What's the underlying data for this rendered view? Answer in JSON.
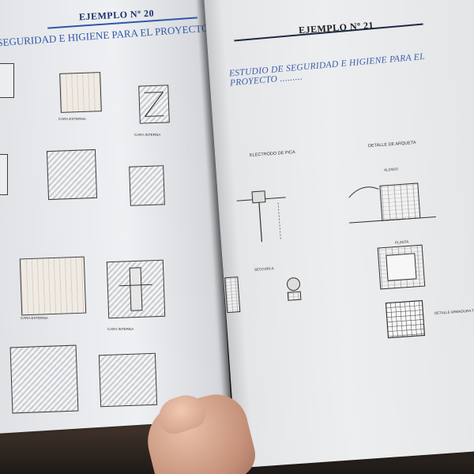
{
  "left_page": {
    "title": "EJEMPLO Nº 20",
    "subtitle": "SEGURIDAD E HIGIENE PARA EL PROYECTO .........",
    "labels": {
      "cara_externa_1": "CARA EXTERNA",
      "cara_interna_1": "CARA INTERNA",
      "cara_externa_2": "CARA EXTERNA",
      "cara_interna_2": "CARA INTERNA"
    }
  },
  "right_page": {
    "title": "EJEMPLO Nº 21",
    "subtitle": "ESTUDIO DE SEGURIDAD E HIGIENE PARA EL PROYECTO .........",
    "labels": {
      "electrodo": "ELECTRODO DE PICA",
      "detalle_arqueta": "DETALLE DE ARQUETA",
      "alzado": "ALZADO",
      "planta": "PLANTA",
      "seccion": "SECCION A",
      "detalle_armadura": "DETALLE ARMADURA TAPA"
    }
  }
}
